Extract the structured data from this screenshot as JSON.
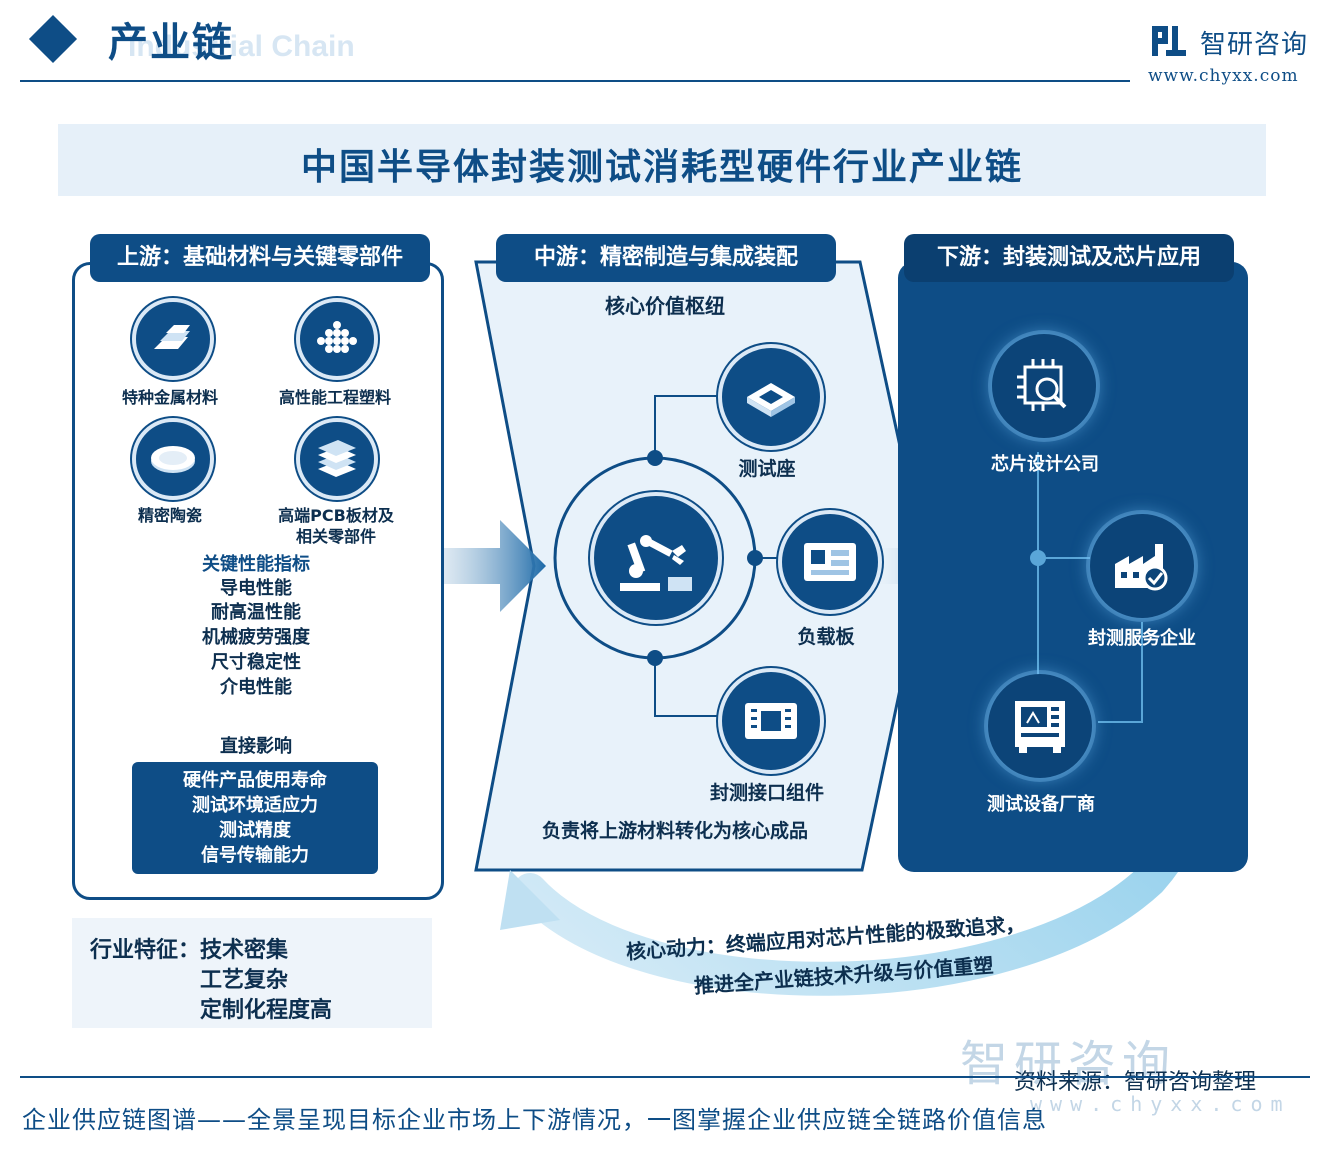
{
  "header": {
    "section_title": "产业链",
    "section_title_en": "Industrial Chain",
    "brand_name": "智研咨询",
    "brand_url": "www.chyxx.com"
  },
  "diagram": {
    "title": "中国半导体封装测试消耗型硬件行业产业链",
    "upstream": {
      "header": "上游：基础材料与关键零部件",
      "items": [
        "特种金属材料",
        "高性能工程塑料",
        "精密陶瓷",
        "高端PCB板材及",
        "相关零部件"
      ],
      "kpi_title": "关键性能指标",
      "kpis": [
        "导电性能",
        "耐高温性能",
        "机械疲劳强度",
        "尺寸稳定性",
        "介电性能"
      ],
      "effect_title": "直接影响",
      "effects": [
        "硬件产品使用寿命",
        "测试环境适应力",
        "测试精度",
        "信号传输能力"
      ]
    },
    "midstream": {
      "header": "中游：精密制造与集成装配",
      "subtitle": "核心价值枢纽",
      "items": [
        "测试座",
        "负载板",
        "封测接口组件"
      ],
      "note": "负责将上游材料转化为核心成品"
    },
    "downstream": {
      "header": "下游：封装测试及芯片应用",
      "items": [
        "芯片设计公司",
        "封测服务企业",
        "测试设备厂商"
      ]
    },
    "features": {
      "label": "行业特征：",
      "items": [
        "技术密集",
        "工艺复杂",
        "定制化程度高"
      ]
    },
    "core_driver": [
      "核心动力：终端应用对芯片性能的极致追求，",
      "推进全产业链技术升级与价值重塑"
    ]
  },
  "footer": {
    "source": "资料来源：智研咨询整理",
    "watermark_cn": "智研咨询",
    "watermark_url": "www.chyxx.com",
    "tagline": "企业供应链图谱——全景呈现目标企业市场上下游情况，一图掌握企业供应链全链路价值信息"
  }
}
